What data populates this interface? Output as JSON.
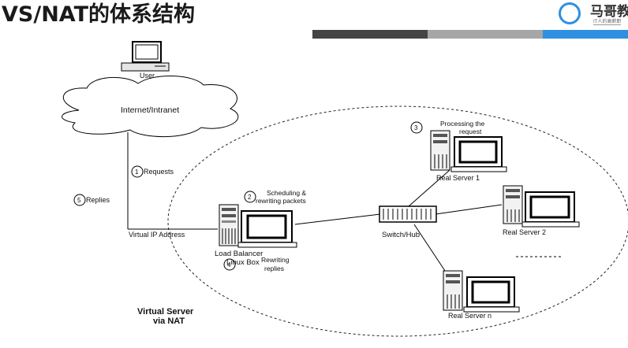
{
  "slide": {
    "title": "VS/NAT的体系结构",
    "colors": {
      "bar_dark": "#444444",
      "bar_gray": "#a6a6a6",
      "bar_blue": "#2f8fe0"
    }
  },
  "logo": {
    "brand": "马哥教",
    "tagline": "IT人的高薪职"
  },
  "diagram": {
    "user_label": "User",
    "cloud_label": "Internet/Intranet",
    "step1": {
      "num": "1",
      "text": "Requests"
    },
    "step2": {
      "num": "2",
      "line1": "Scheduling &",
      "line2": "rewriting packets"
    },
    "step3": {
      "num": "3",
      "line1": "Processing the",
      "line2": "request"
    },
    "step4": {
      "num": "4",
      "line1": "Rewriting",
      "line2": "replies"
    },
    "step5": {
      "num": "5",
      "text": "Replies"
    },
    "vip_label": "Virtual IP Address",
    "lb_line1": "Load Balancer",
    "lb_line2": "Linux Box",
    "switch_label": "Switch/Hub",
    "rs1_label": "Real Server 1",
    "rs2_label": "Real Server 2",
    "rsn_label": "Real Server n",
    "vs_line1": "Virtual Server",
    "vs_line2": "via NAT"
  }
}
